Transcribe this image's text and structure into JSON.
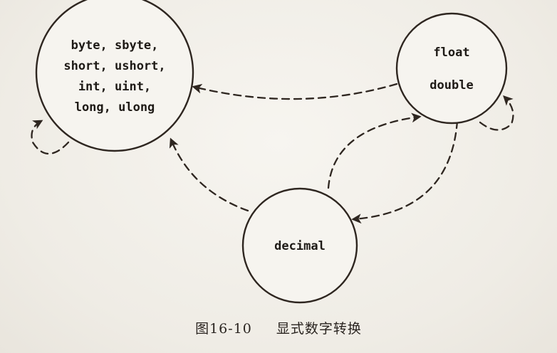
{
  "nodes": {
    "integers": {
      "lines": [
        "byte, sbyte,",
        "short, ushort,",
        "int, uint,",
        "long, ulong"
      ]
    },
    "floating": {
      "lines": [
        "float",
        "double"
      ]
    },
    "decimal": {
      "lines": [
        "decimal"
      ]
    }
  },
  "caption": {
    "figure_number": "图16-10",
    "title": "显式数字转换"
  }
}
